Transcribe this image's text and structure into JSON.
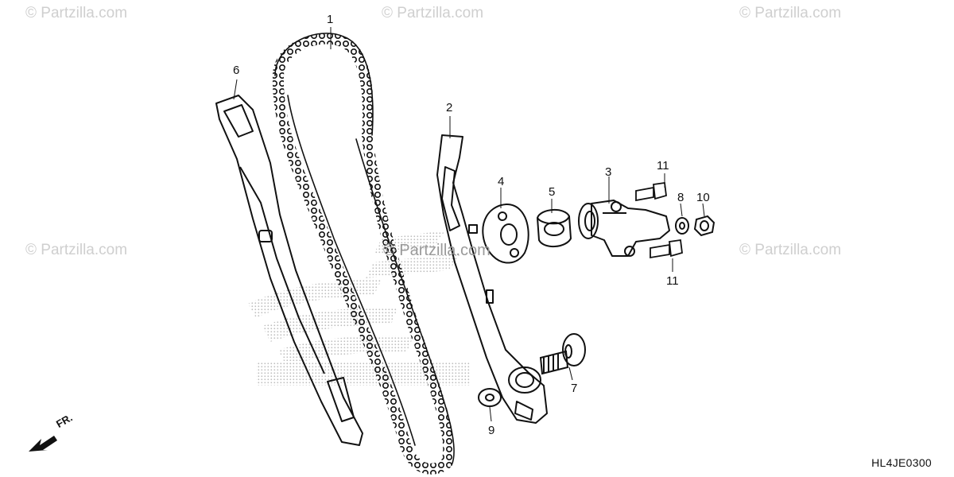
{
  "watermarks": {
    "top_left": "© Partzilla.com",
    "top_center": "© Partzilla.com",
    "top_right": "© Partzilla.com",
    "mid_left": "© Partzilla.com",
    "center": "© Partzilla.com",
    "mid_right": "© Partzilla.com"
  },
  "callouts": {
    "c1": "1",
    "c2": "2",
    "c3": "3",
    "c4": "4",
    "c5": "5",
    "c6": "6",
    "c7": "7",
    "c8": "8",
    "c9": "9",
    "c10": "10",
    "c11_top": "11",
    "c11_bottom": "11"
  },
  "front_indicator": "FR.",
  "diagram_code": "HL4JE0300",
  "colors": {
    "line": "#111111",
    "watermark": "#cfcfcf",
    "logo_dots": "#bdbdbd"
  }
}
